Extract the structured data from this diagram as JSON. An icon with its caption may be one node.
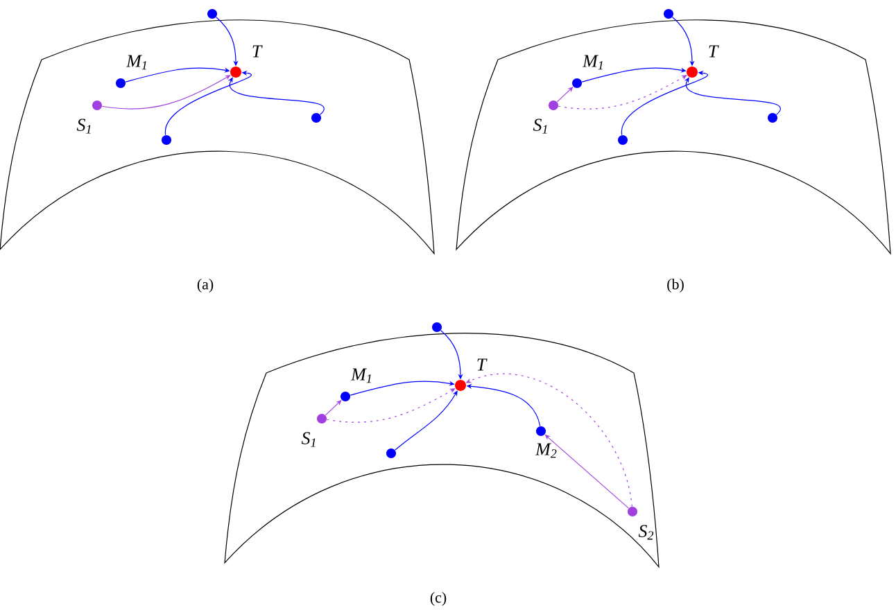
{
  "diagram": {
    "nodes": [
      {
        "text": [],
        "shape": "circle"
      },
      {
        "text": [],
        "shape": "circle",
        "beside": [
          "T"
        ]
      },
      {
        "text": [],
        "shape": "circle",
        "beside": [
          "*M*$_{1}$"
        ]
      },
      {
        "text": [],
        "shape": "circle",
        "beside": [
          "*S*$_{1}$"
        ]
      },
      {
        "text": [],
        "shape": "circle"
      },
      {
        "text": [],
        "shape": "circle"
      },
      {
        "text": [],
        "shape": "circle"
      },
      {
        "text": [],
        "shape": "circle",
        "beside": [
          "T"
        ]
      },
      {
        "text": [],
        "shape": "circle",
        "beside": [
          "*M*$_{1}$"
        ]
      },
      {
        "text": [],
        "shape": "circle",
        "beside": [
          "*S*$_{1}$"
        ]
      },
      {
        "text": [],
        "shape": "circle"
      },
      {
        "text": [],
        "shape": "circle"
      },
      {
        "text": [],
        "shape": "circle"
      },
      {
        "text": [],
        "shape": "circle",
        "beside": [
          "T"
        ]
      },
      {
        "text": [],
        "shape": "circle",
        "beside": [
          "*M*$_{1}$"
        ]
      },
      {
        "text": [],
        "shape": "circle",
        "beside": [
          "*S*$_{1}$"
        ]
      },
      {
        "text": [],
        "shape": "circle",
        "beside": [
          "*M*$_{2}$"
        ]
      },
      {
        "text": [],
        "shape": "circle"
      },
      {
        "text": [],
        "shape": "circle",
        "beside": [
          "*S*$_{2}$"
        ]
      }
    ],
    "edges": [
      {
        "from": 0,
        "to": 1,
        "arrow": "to"
      },
      {
        "from": 2,
        "to": 1,
        "arrow": "to"
      },
      {
        "from": 4,
        "to": 1,
        "arrow": "to"
      },
      {
        "from": 5,
        "to": 1,
        "arrow": "to"
      },
      {
        "from": 3,
        "to": 1,
        "arrow": "to",
        "color": "#a040e0"
      },
      {
        "from": 6,
        "to": 7,
        "arrow": "to"
      },
      {
        "from": 8,
        "to": 7,
        "arrow": "to"
      },
      {
        "from": 10,
        "to": 7,
        "arrow": "to"
      },
      {
        "from": 11,
        "to": 7,
        "arrow": "to"
      },
      {
        "from": 9,
        "to": 8,
        "arrow": "to",
        "color": "#a040e0"
      },
      {
        "from": 9,
        "to": 7,
        "arrow": "to",
        "style": "dashed",
        "color": "#a040e0"
      },
      {
        "from": 12,
        "to": 13,
        "arrow": "to"
      },
      {
        "from": 14,
        "to": 13,
        "arrow": "to"
      },
      {
        "from": 16,
        "to": 13,
        "arrow": "to"
      },
      {
        "from": 17,
        "to": 13,
        "arrow": "to"
      },
      {
        "from": 15,
        "to": 14,
        "arrow": "to",
        "color": "#a040e0"
      },
      {
        "from": 15,
        "to": 13,
        "arrow": "to",
        "style": "dashed",
        "color": "#a040e0"
      },
      {
        "from": 18,
        "to": 16,
        "arrow": "to",
        "color": "#a040e0"
      },
      {
        "from": 18,
        "to": 13,
        "arrow": "to",
        "style": "dashed",
        "color": "#a040e0"
      }
    ],
    "labels": [
      "(a)",
      "(b)",
      "(c)"
    ]
  }
}
